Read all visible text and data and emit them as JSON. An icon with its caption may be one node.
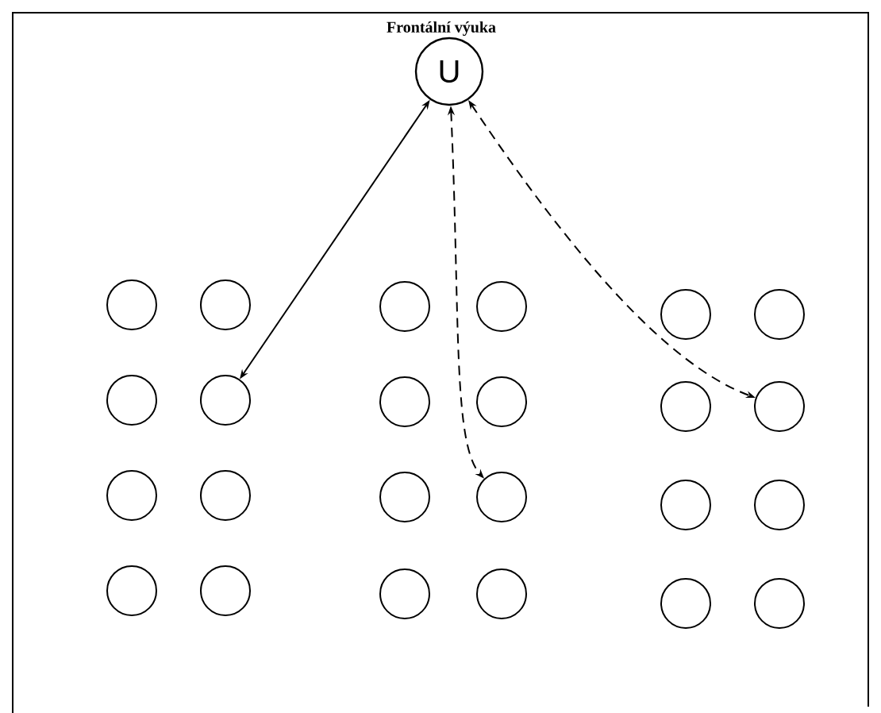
{
  "diagram": {
    "title": "Frontální výuka",
    "nodes": [
      {
        "text": [
          "U"
        ]
      },
      {
        "text": [],
        "shape": "circle"
      },
      {
        "text": [],
        "shape": "circle"
      },
      {
        "text": [],
        "shape": "circle"
      },
      {
        "text": [],
        "shape": "circle"
      },
      {
        "text": [],
        "shape": "circle"
      },
      {
        "text": [],
        "shape": "circle"
      },
      {
        "text": [],
        "shape": "circle"
      },
      {
        "text": [],
        "shape": "circle"
      },
      {
        "text": [],
        "shape": "circle"
      },
      {
        "text": [],
        "shape": "circle"
      },
      {
        "text": [],
        "shape": "circle"
      },
      {
        "text": [],
        "shape": "circle"
      },
      {
        "text": [],
        "shape": "circle"
      },
      {
        "text": [],
        "shape": "circle"
      },
      {
        "text": [],
        "shape": "circle"
      },
      {
        "text": [],
        "shape": "circle"
      },
      {
        "text": [],
        "shape": "circle"
      },
      {
        "text": [],
        "shape": "circle"
      },
      {
        "text": [],
        "shape": "circle"
      },
      {
        "text": [],
        "shape": "circle"
      },
      {
        "text": [],
        "shape": "circle"
      },
      {
        "text": [],
        "shape": "circle"
      },
      {
        "text": [],
        "shape": "circle"
      },
      {
        "text": [],
        "shape": "circle"
      }
    ],
    "edges": [
      {
        "from": 0,
        "to": 8,
        "arrow": "both"
      },
      {
        "from": 0,
        "to": 16,
        "arrow": "both",
        "style": "dashed"
      },
      {
        "from": 0,
        "to": 12,
        "arrow": "both",
        "style": "dashed"
      }
    ]
  }
}
